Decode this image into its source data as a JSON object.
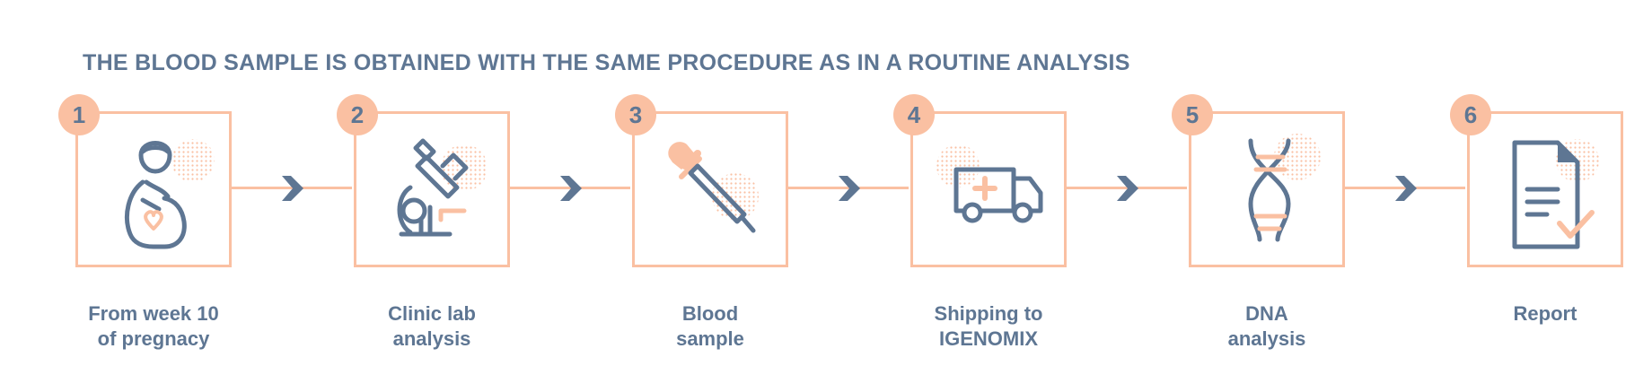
{
  "title": "THE BLOOD SAMPLE IS OBTAINED WITH THE SAME PROCEDURE AS IN A ROUTINE ANALYSIS",
  "colors": {
    "accent": "#fac0a2",
    "text": "#5e7693"
  },
  "steps": [
    {
      "number": "1",
      "icon": "pregnant-woman-icon",
      "label_line1": "From week 10",
      "label_line2": "of pregnacy"
    },
    {
      "number": "2",
      "icon": "microscope-icon",
      "label_line1": "Clinic lab",
      "label_line2": "analysis"
    },
    {
      "number": "3",
      "icon": "dropper-icon",
      "label_line1": "Blood",
      "label_line2": "sample"
    },
    {
      "number": "4",
      "icon": "ambulance-icon",
      "label_line1": "Shipping to",
      "label_line2": "IGENOMIX"
    },
    {
      "number": "5",
      "icon": "dna-icon",
      "label_line1": "DNA",
      "label_line2": "analysis"
    },
    {
      "number": "6",
      "icon": "report-icon",
      "label_line1": "",
      "label_line2": "Report"
    }
  ]
}
